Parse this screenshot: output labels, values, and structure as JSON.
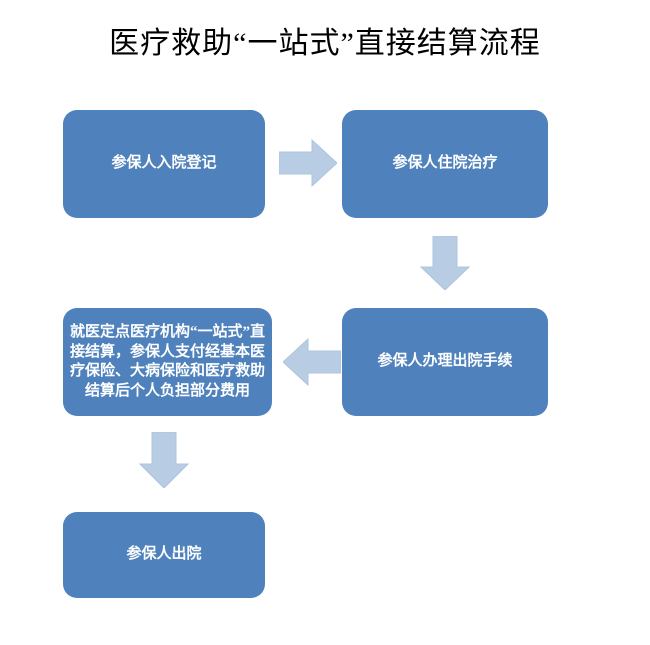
{
  "document": {
    "title": "医疗救助“一站式”直接结算流程",
    "background_color": "#ffffff"
  },
  "theme": {
    "node_fill": "#4f81bd",
    "node_text_color": "#ffffff",
    "arrow_fill": "#b8cce4",
    "arrow_stroke": "#a7bcd8",
    "title_color": "#000000"
  },
  "flow": {
    "nodes": [
      {
        "id": "admission",
        "label": "参保人入院登记",
        "order": 1
      },
      {
        "id": "treatment",
        "label": "参保人住院治疗",
        "order": 2
      },
      {
        "id": "discharge-procedure",
        "label": "参保人办理出院手续",
        "order": 3
      },
      {
        "id": "settlement",
        "label": "就医定点医疗机构“一站式”直接结算，参保人支付经基本医疗保险、大病保险和医疗救助结算后个人负担部分费用",
        "order": 4
      },
      {
        "id": "discharged",
        "label": "参保人出院",
        "order": 5
      }
    ],
    "connectors": [
      {
        "id": "arrow-right-1",
        "icon": "arrow-right-icon",
        "direction": "right",
        "from": "admission",
        "to": "treatment"
      },
      {
        "id": "arrow-down-1",
        "icon": "arrow-down-icon",
        "direction": "down",
        "from": "treatment",
        "to": "discharge-procedure"
      },
      {
        "id": "arrow-left-1",
        "icon": "arrow-left-icon",
        "direction": "left",
        "from": "discharge-procedure",
        "to": "settlement"
      },
      {
        "id": "arrow-down-2",
        "icon": "arrow-down-icon",
        "direction": "down",
        "from": "settlement",
        "to": "discharged"
      }
    ]
  }
}
